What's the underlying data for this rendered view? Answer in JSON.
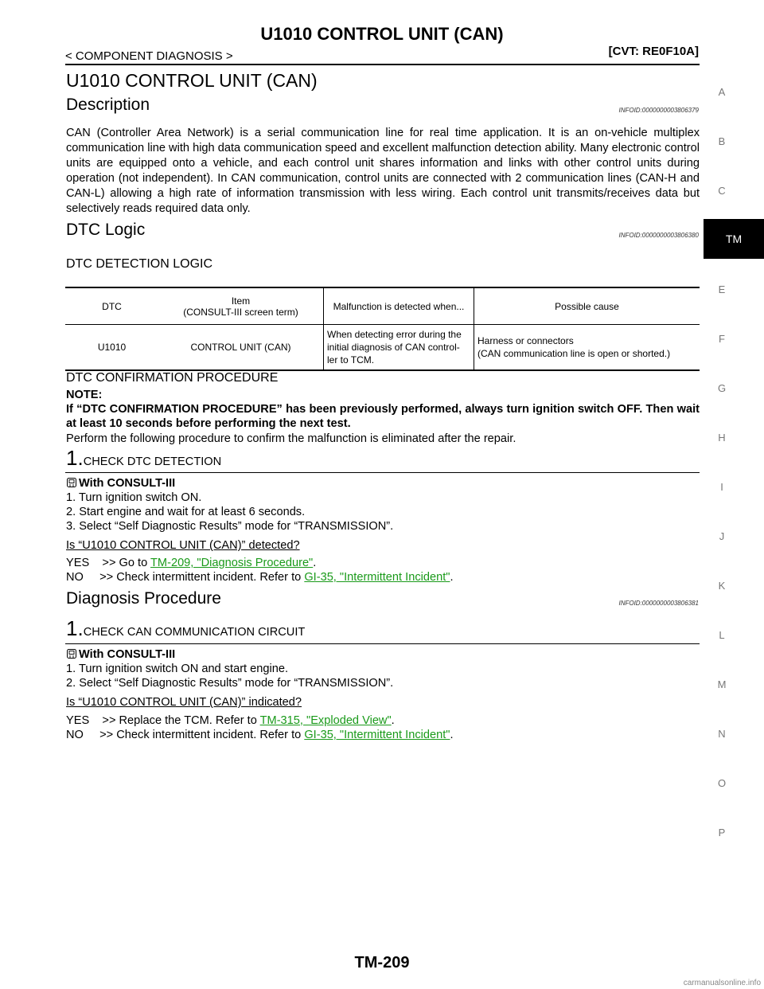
{
  "header": {
    "title": "U1010 CONTROL UNIT (CAN)",
    "section": "< COMPONENT DIAGNOSIS >",
    "model": "[CVT: RE0F10A]"
  },
  "page_title": "U1010 CONTROL UNIT (CAN)",
  "description": {
    "title": "Description",
    "infoid": "INFOID:0000000003806379",
    "text": "CAN (Controller Area Network) is a serial communication line for real time application. It is an on-vehicle multiplex communication line with high data communication speed and excellent malfunction detection ability. Many electronic control units are equipped onto a vehicle, and each control unit shares information and links with other control units during operation (not independent). In CAN communication, control units are connected with 2 communication lines (CAN-H and CAN-L) allowing a high rate of information transmission with less wiring. Each control unit transmits/receives data but selectively reads required data only."
  },
  "dtc_logic": {
    "title": "DTC Logic",
    "infoid": "INFOID:0000000003806380",
    "detection_heading": "DTC DETECTION LOGIC",
    "table": {
      "headers": [
        "DTC",
        "Item\n(CONSULT-III screen term)",
        "Malfunction is detected when...",
        "Possible cause"
      ],
      "rows": [
        [
          "U1010",
          "CONTROL UNIT (CAN)",
          "When detecting error during the initial diagnosis of CAN control-ler to TCM.",
          "Harness or connectors\n(CAN communication line is open or shorted.)"
        ]
      ]
    },
    "confirmation_heading": "DTC CONFIRMATION PROCEDURE",
    "note_label": "NOTE:",
    "note_text": "If “DTC CONFIRMATION PROCEDURE” has been previously performed, always turn ignition switch OFF. Then wait at least 10 seconds before performing the next test.",
    "perform_text": "Perform the following procedure to confirm the malfunction is eliminated after the repair.",
    "step": {
      "num": "1.",
      "title": "CHECK DTC DETECTION",
      "with_label": "With CONSULT-III",
      "lines": [
        "1.  Turn ignition switch ON.",
        "2.  Start engine and wait for at least 6 seconds.",
        "3.  Select “Self Diagnostic Results” mode for “TRANSMISSION”."
      ],
      "question": "Is “U1010 CONTROL UNIT (CAN)” detected?",
      "yes_prefix": "YES    >> Go to ",
      "yes_link": "TM-209, \"Diagnosis Procedure\"",
      "no_prefix": "NO     >> Check intermittent incident. Refer to ",
      "no_link": "GI-35, \"Intermittent Incident\""
    }
  },
  "diagnosis": {
    "title": "Diagnosis Procedure",
    "infoid": "INFOID:0000000003806381",
    "step": {
      "num": "1.",
      "title": "CHECK CAN COMMUNICATION CIRCUIT",
      "with_label": "With CONSULT-III",
      "lines": [
        "1.  Turn ignition switch ON and start engine.",
        "2.  Select “Self Diagnostic Results” mode for “TRANSMISSION”."
      ],
      "question": "Is “U1010 CONTROL UNIT (CAN)” indicated?",
      "yes_prefix": "YES    >> Replace the TCM. Refer to ",
      "yes_link": "TM-315, \"Exploded View\"",
      "no_prefix": "NO     >> Check intermittent incident. Refer to ",
      "no_link": "GI-35, \"Intermittent Incident\""
    }
  },
  "side_index": [
    "A",
    "B",
    "C",
    "TM",
    "E",
    "F",
    "G",
    "H",
    "I",
    "J",
    "K",
    "L",
    "M",
    "N",
    "O",
    "P"
  ],
  "footer": {
    "page": "TM-209",
    "watermark": "carmanualsonline.info"
  },
  "colors": {
    "link": "#1a9a1a",
    "tab_bg": "#000000"
  }
}
